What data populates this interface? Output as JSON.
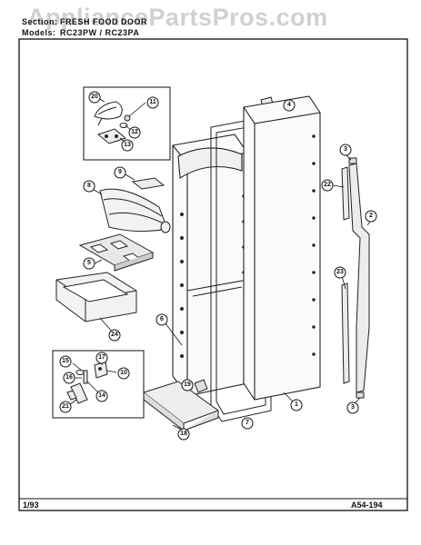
{
  "header": {
    "section_label": "Section:",
    "section_value": "FRESH FOOD DOOR",
    "models_label": "Models:",
    "models_value": "RC23PW / RC23PA"
  },
  "watermark": "AppliancePartsPros.com",
  "footer": {
    "date": "1/93",
    "diagram_code": "A54-194"
  },
  "callouts": [
    "20",
    "11",
    "12",
    "13",
    "4",
    "9",
    "8",
    "5",
    "24",
    "6",
    "3",
    "22",
    "2",
    "23",
    "3",
    "1",
    "7",
    "19",
    "18",
    "15",
    "17",
    "10",
    "16",
    "14",
    "21"
  ]
}
